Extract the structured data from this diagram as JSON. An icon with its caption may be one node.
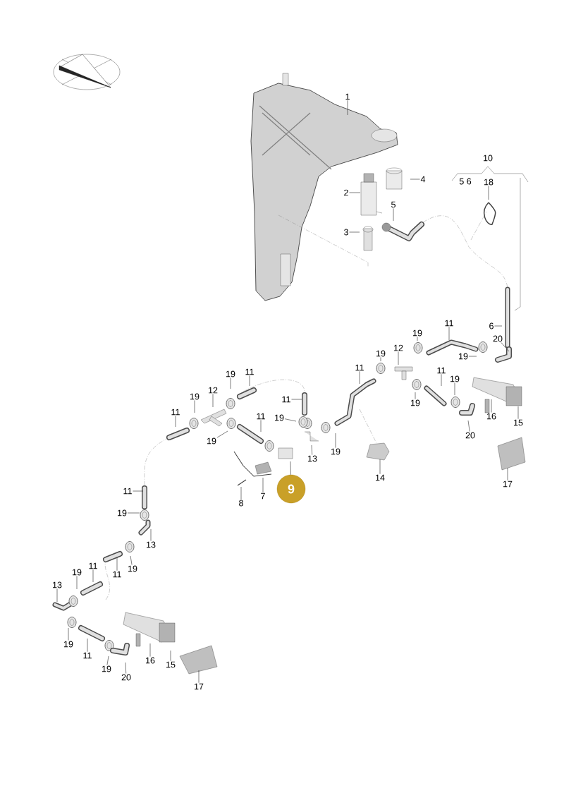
{
  "diagram": {
    "nodes": [
      {
        "text": [
          "1"
        ]
      },
      {
        "text": [
          "2"
        ]
      },
      {
        "text": [
          "4"
        ]
      },
      {
        "text": [
          "5"
        ]
      },
      {
        "text": [
          "18"
        ]
      },
      {
        "text": [
          "3"
        ]
      },
      {
        "text": [
          "6"
        ]
      },
      {
        "text": [
          "11"
        ]
      },
      {
        "text": [
          "19"
        ]
      },
      {
        "text": [
          "20"
        ]
      },
      {
        "text": [
          "19"
        ]
      },
      {
        "text": [
          "12"
        ]
      },
      {
        "text": [
          "19"
        ]
      },
      {
        "text": [
          "11"
        ]
      },
      {
        "text": [
          "11"
        ]
      },
      {
        "text": [
          "19"
        ]
      },
      {
        "text": [
          "19"
        ]
      },
      {
        "text": [
          "16"
        ]
      },
      {
        "text": [
          "15"
        ]
      },
      {
        "text": [
          "20"
        ]
      },
      {
        "text": [
          "14"
        ]
      },
      {
        "text": [
          "17"
        ]
      },
      {
        "text": [
          "13"
        ]
      },
      {
        "text": [
          "19"
        ]
      },
      {
        "text": [
          "11"
        ]
      },
      {
        "text": [
          "19"
        ]
      },
      {
        "text": [
          "12"
        ]
      },
      {
        "text": [
          "19"
        ]
      },
      {
        "text": [
          "11"
        ]
      },
      {
        "text": [
          "11"
        ]
      },
      {
        "text": [
          "19"
        ]
      },
      {
        "text": [
          "11"
        ]
      },
      {
        "text": [
          "19"
        ]
      },
      {
        "text": [
          "8"
        ]
      },
      {
        "text": [
          "7"
        ]
      },
      {
        "text": [
          "9"
        ]
      },
      {
        "text": [
          "11"
        ]
      },
      {
        "text": [
          "19"
        ]
      },
      {
        "text": [
          "13"
        ]
      },
      {
        "text": [
          "11"
        ]
      },
      {
        "text": [
          "11"
        ]
      },
      {
        "text": [
          "19"
        ]
      },
      {
        "text": [
          "19"
        ]
      },
      {
        "text": [
          "13"
        ]
      },
      {
        "text": [
          "19"
        ]
      },
      {
        "text": [
          "11"
        ]
      },
      {
        "text": [
          "19"
        ]
      },
      {
        "text": [
          "20"
        ]
      },
      {
        "text": [
          "16"
        ]
      },
      {
        "text": [
          "15"
        ]
      },
      {
        "text": [
          "17"
        ]
      }
    ],
    "edges": [
      {
        "from": 0,
        "to": null,
        "arrow": "none"
      },
      {
        "from": 1,
        "to": null,
        "arrow": "none"
      },
      {
        "from": 2,
        "to": null,
        "arrow": "none"
      },
      {
        "from": 3,
        "to": null,
        "arrow": "none"
      },
      {
        "from": 4,
        "to": null,
        "arrow": "none"
      },
      {
        "from": 5,
        "to": null,
        "arrow": "none"
      },
      {
        "from": 6,
        "to": null,
        "arrow": "none"
      },
      {
        "from": 7,
        "to": null,
        "arrow": "none"
      },
      {
        "from": 8,
        "to": null,
        "arrow": "none"
      },
      {
        "from": 9,
        "to": null,
        "arrow": "none"
      },
      {
        "from": 10,
        "to": null,
        "arrow": "none"
      },
      {
        "from": 11,
        "to": null,
        "arrow": "none"
      },
      {
        "from": 12,
        "to": null,
        "arrow": "none"
      },
      {
        "from": 13,
        "to": null,
        "arrow": "none"
      },
      {
        "from": 14,
        "to": null,
        "arrow": "none"
      },
      {
        "from": 15,
        "to": null,
        "arrow": "none"
      },
      {
        "from": 16,
        "to": null,
        "arrow": "none"
      },
      {
        "from": 17,
        "to": null,
        "arrow": "none"
      },
      {
        "from": 18,
        "to": null,
        "arrow": "none"
      },
      {
        "from": 19,
        "to": null,
        "arrow": "none"
      },
      {
        "from": 20,
        "to": null,
        "arrow": "none"
      },
      {
        "from": 21,
        "to": null,
        "arrow": "none"
      },
      {
        "from": 22,
        "to": null,
        "arrow": "none"
      },
      {
        "from": 23,
        "to": null,
        "arrow": "none"
      },
      {
        "from": 24,
        "to": null,
        "arrow": "none"
      },
      {
        "from": 25,
        "to": null,
        "arrow": "none"
      },
      {
        "from": 26,
        "to": null,
        "arrow": "none"
      },
      {
        "from": 27,
        "to": null,
        "arrow": "none"
      },
      {
        "from": 28,
        "to": null,
        "arrow": "none"
      },
      {
        "from": 29,
        "to": null,
        "arrow": "none"
      },
      {
        "from": 30,
        "to": null,
        "arrow": "none"
      },
      {
        "from": 31,
        "to": null,
        "arrow": "none"
      },
      {
        "from": 32,
        "to": null,
        "arrow": "none"
      },
      {
        "from": 33,
        "to": null,
        "arrow": "none"
      },
      {
        "from": 34,
        "to": null,
        "arrow": "none"
      },
      {
        "from": 35,
        "to": null,
        "arrow": "none"
      },
      {
        "from": 36,
        "to": null,
        "arrow": "none"
      },
      {
        "from": 37,
        "to": null,
        "arrow": "none"
      },
      {
        "from": 38,
        "to": null,
        "arrow": "none"
      },
      {
        "from": 39,
        "to": null,
        "arrow": "none"
      },
      {
        "from": 40,
        "to": null,
        "arrow": "none"
      },
      {
        "from": 41,
        "to": null,
        "arrow": "none"
      },
      {
        "from": 42,
        "to": null,
        "arrow": "none"
      },
      {
        "from": 43,
        "to": null,
        "arrow": "none"
      },
      {
        "from": 44,
        "to": null,
        "arrow": "none"
      },
      {
        "from": 45,
        "to": null,
        "arrow": "none"
      },
      {
        "from": 46,
        "to": null,
        "arrow": "none"
      },
      {
        "from": 47,
        "to": null,
        "arrow": "none"
      },
      {
        "from": 48,
        "to": null,
        "arrow": "none"
      },
      {
        "from": 49,
        "to": null,
        "arrow": "none"
      },
      {
        "from": 50,
        "to": null,
        "arrow": "none"
      }
    ],
    "labels": [
      "10",
      "5 6"
    ]
  }
}
